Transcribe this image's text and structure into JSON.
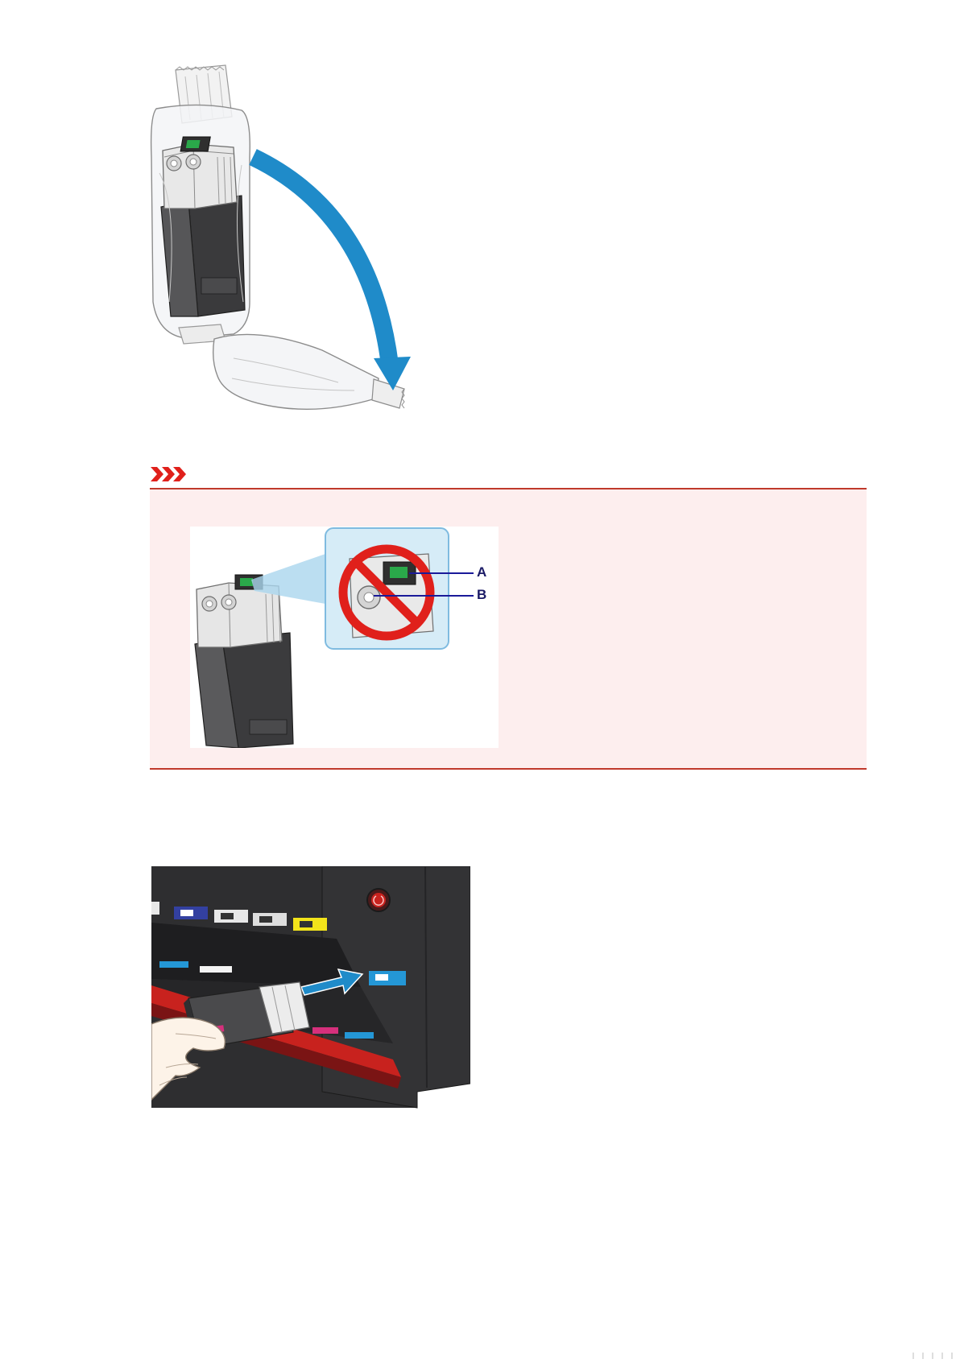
{
  "figures": {
    "unpack": {
      "icon": "cartridge-bag-removal-illustration"
    },
    "contacts": {
      "icon": "do-not-touch-contacts-illustration",
      "callouts": [
        {
          "label": "A"
        },
        {
          "label": "B"
        }
      ]
    },
    "insert": {
      "icon": "cartridge-insertion-illustration"
    }
  },
  "important": {
    "icon": "important-chevrons-icon"
  },
  "colors": {
    "arrow_blue": "#1f8bc9",
    "important_red": "#c0392b",
    "important_bg": "#fdeeee",
    "callout_line": "#1a1a99",
    "prohibit_red": "#e0201b",
    "inset_blue": "#d6ecf7",
    "printer_body": "#2e2e30",
    "yellow_slot": "#f3e41a",
    "cyan_slot": "#2497d6",
    "magenta": "#d6307c"
  }
}
